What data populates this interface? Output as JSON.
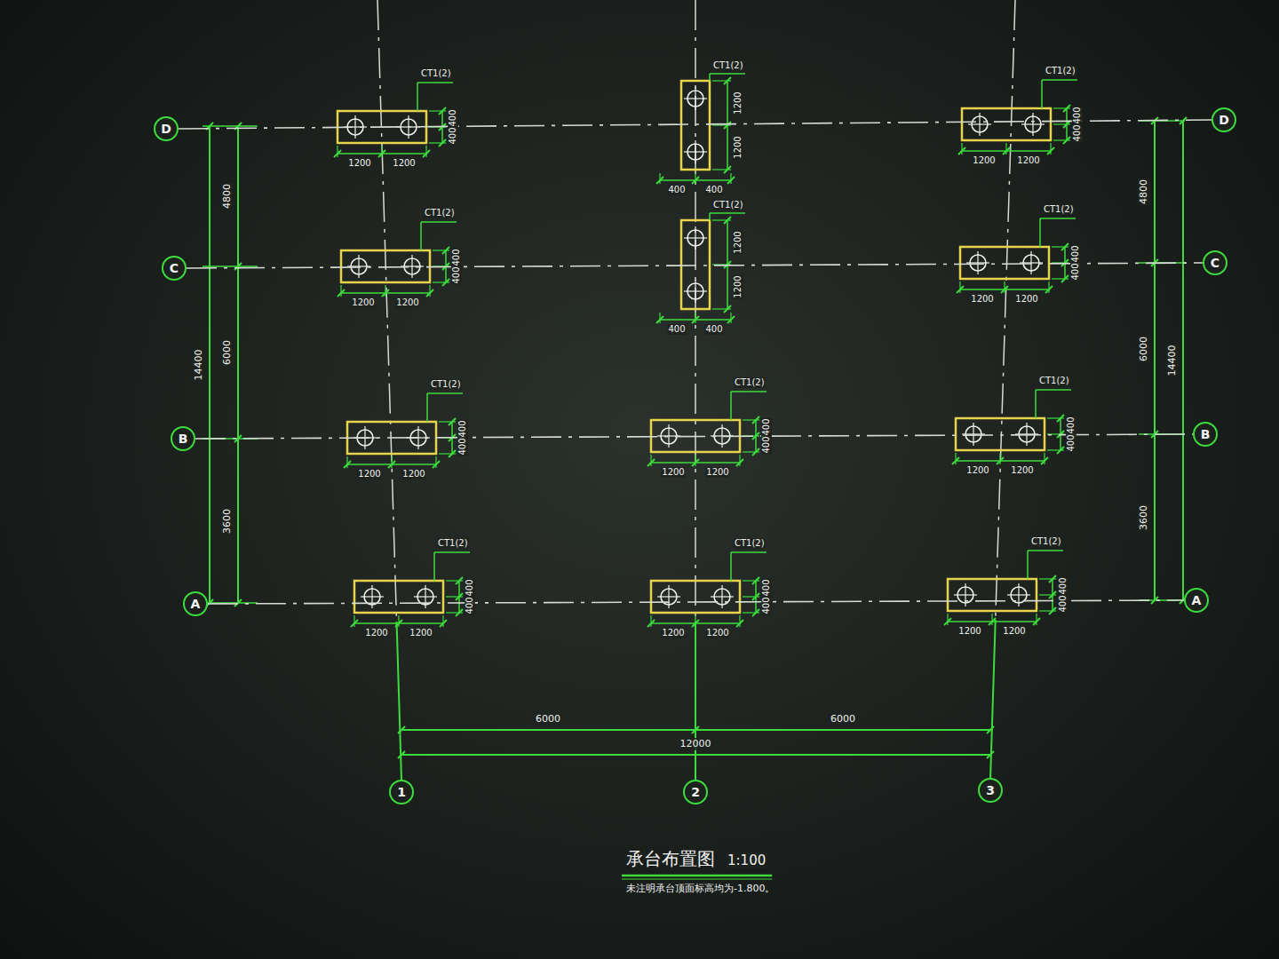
{
  "diagram": {
    "title": "承台布置图",
    "caption": "未注明承台顶面标高均为-1.800。",
    "nodes": [
      {
        "text": [
          "D"
        ]
      },
      {
        "text": [
          "D"
        ]
      },
      {
        "text": [
          "C"
        ]
      },
      {
        "text": [
          "C"
        ]
      },
      {
        "text": [
          "B"
        ]
      },
      {
        "text": [
          "B"
        ]
      },
      {
        "text": [
          "A"
        ]
      },
      {
        "text": [
          "A"
        ]
      },
      {
        "text": [
          "1"
        ]
      },
      {
        "text": [
          "2"
        ]
      },
      {
        "text": [
          "3"
        ]
      }
    ],
    "edges": [
      {
        "from": 0,
        "to": 1,
        "arrow": "none"
      },
      {
        "from": 2,
        "to": 3,
        "arrow": "none"
      },
      {
        "from": 4,
        "to": 5,
        "arrow": "none"
      },
      {
        "from": 6,
        "to": 7,
        "arrow": "none"
      }
    ],
    "labels": [
      "CT1(2)",
      "1200",
      "1200",
      "400",
      "400",
      "CT1(2)",
      "1200",
      "1200",
      "400",
      "400",
      "CT1(2)",
      "1200",
      "1200",
      "400",
      "400",
      "CT1(2)",
      "1200",
      "1200",
      "400",
      "400",
      "CT1(2)",
      "1200",
      "1200",
      "400",
      "400",
      "CT1(2)",
      "1200",
      "1200",
      "400",
      "400",
      "CT1(2)",
      "1200",
      "1200",
      "400",
      "400",
      "CT1(2)",
      "1200",
      "1200",
      "400",
      "400",
      "CT1(2)",
      "1200",
      "1200",
      "400",
      "400",
      "CT1(2)",
      "1200",
      "1200",
      "400",
      "400",
      "CT1(2)",
      "1200",
      "1200",
      "400",
      "400",
      "CT1(2)",
      "1200",
      "1200",
      "400",
      "400",
      "4800",
      "6000",
      "3600",
      "14400",
      "4800",
      "6000",
      "3600",
      "14400",
      "6000",
      "6000",
      "12000",
      "1:100"
    ]
  }
}
